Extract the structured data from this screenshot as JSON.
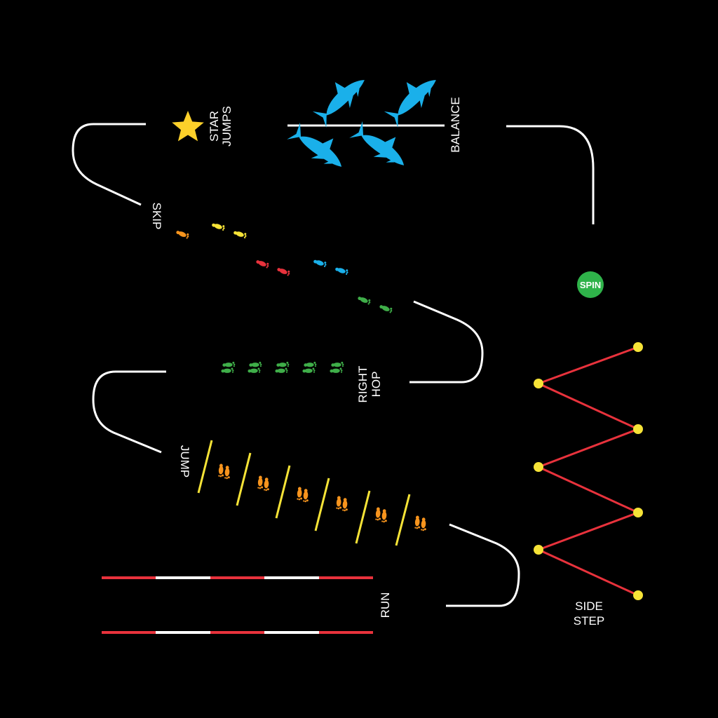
{
  "labels": {
    "star_jumps_line1": "STAR",
    "star_jumps_line2": "JUMPS",
    "balance": "BALANCE",
    "skip": "SKIP",
    "spin": "SPIN",
    "right_hop_line1": "RIGHT",
    "right_hop_line2": "HOP",
    "jump": "JUMP",
    "side_step_line1": "SIDE",
    "side_step_line2": "STEP",
    "run": "RUN"
  },
  "colors": {
    "background": "#000000",
    "track": "#ffffff",
    "star": "#fcd02a",
    "shark": "#1ab0ea",
    "spin": "#2fb34a",
    "zigzag_line": "#e8323c",
    "zigzag_dot": "#f6e337",
    "jump_bar": "#f6e337",
    "jump_feet": "#f7941d",
    "run_red": "#e8323c",
    "run_white": "#ffffff",
    "feet_orange": "#f7941d",
    "feet_yellow": "#f6e337",
    "feet_red": "#e8323c",
    "feet_blue": "#1ab0ea",
    "feet_green": "#3fae49"
  },
  "icons": [
    "star-icon",
    "shark-icon",
    "footprint-icon",
    "spin-circle-icon"
  ]
}
